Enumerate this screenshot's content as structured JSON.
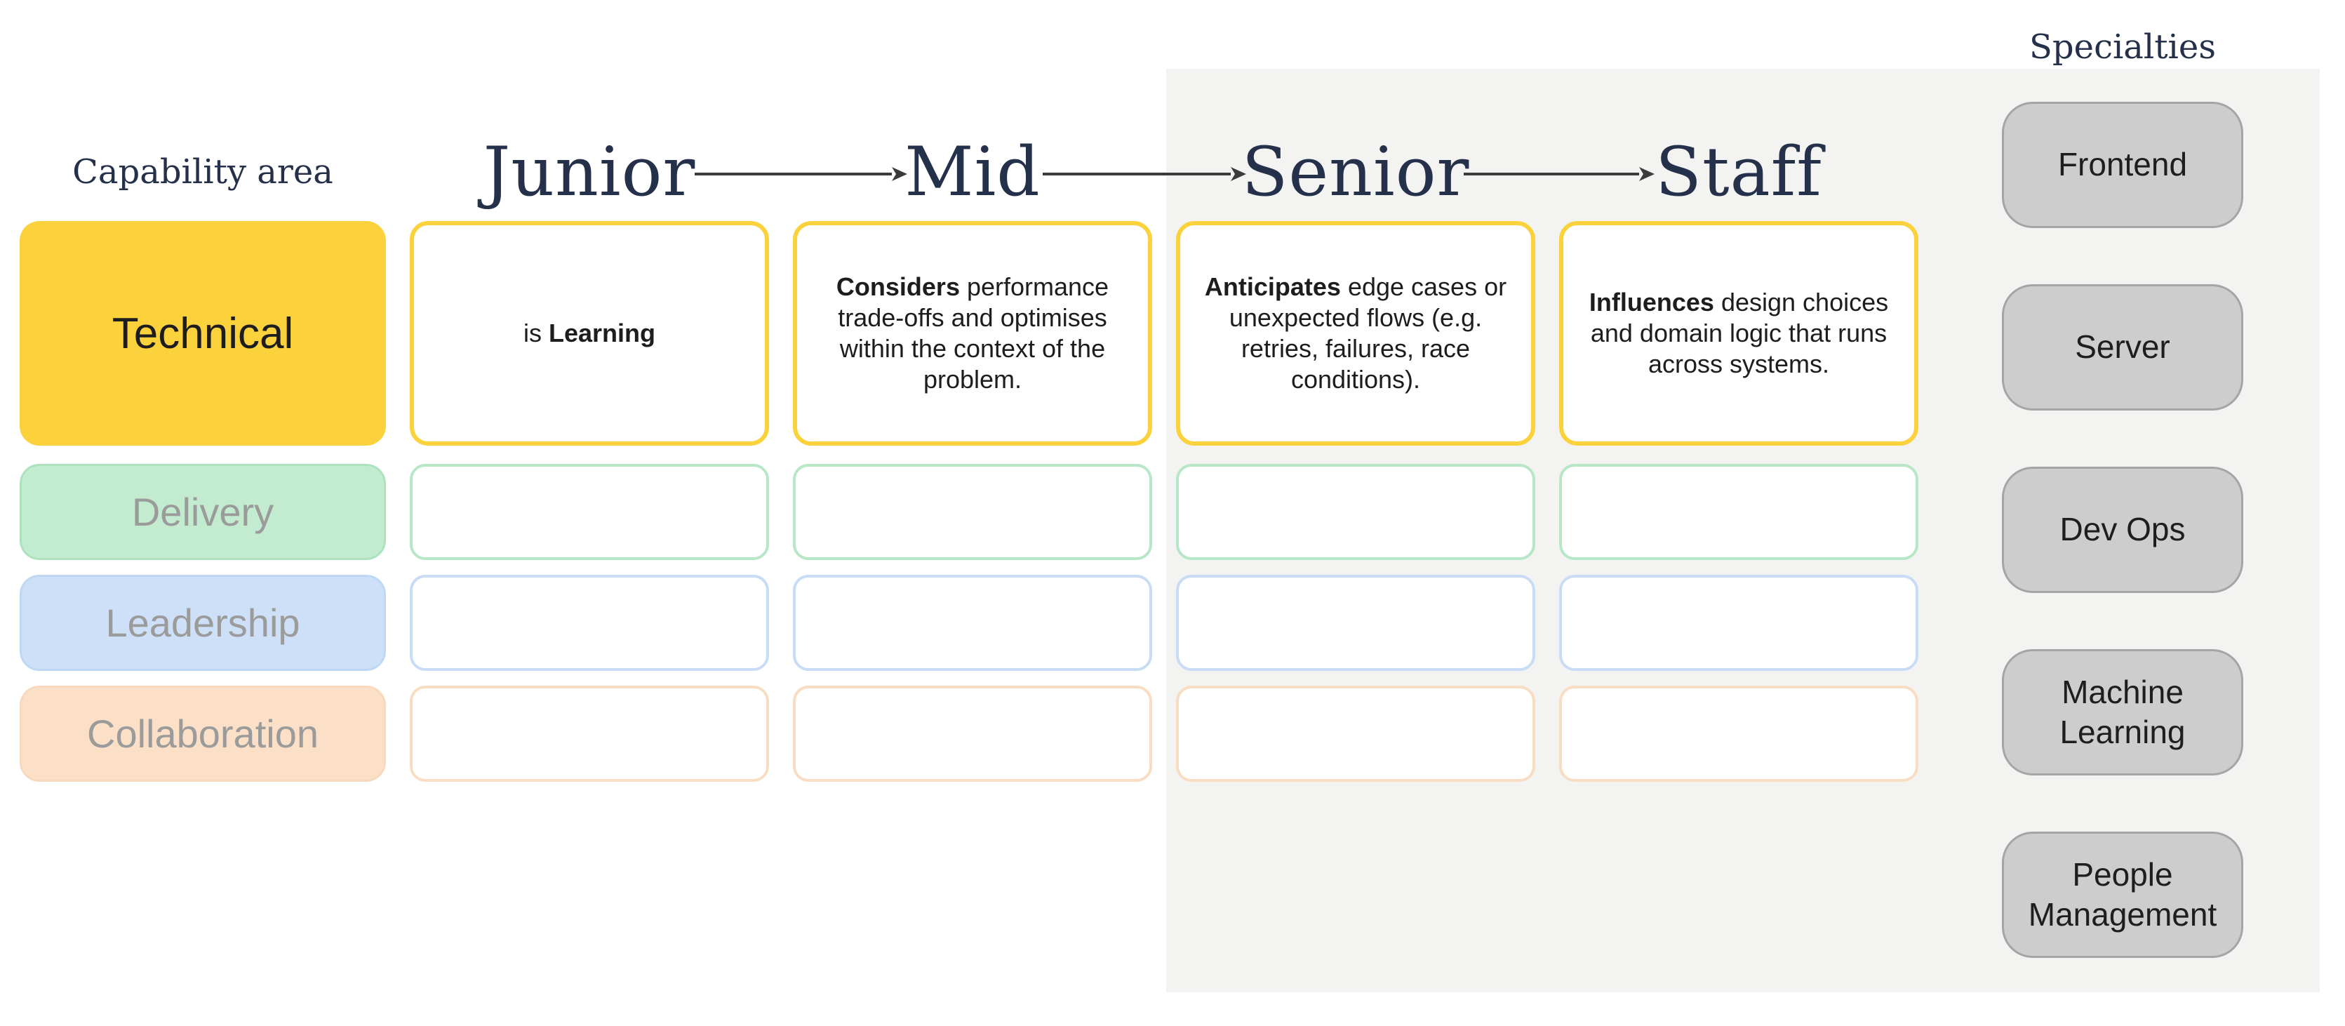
{
  "matrix": {
    "capability_column_title": "Capability area",
    "levels": [
      {
        "name": "Junior"
      },
      {
        "name": "Mid"
      },
      {
        "name": "Senior"
      },
      {
        "name": "Staff"
      }
    ],
    "rows": [
      {
        "label": "Technical"
      },
      {
        "label": "Delivery"
      },
      {
        "label": "Leadership"
      },
      {
        "label": "Collaboration"
      }
    ],
    "cells": {
      "technical": {
        "junior": {
          "prefix": "is ",
          "bold": "Learning",
          "rest": ""
        },
        "mid": {
          "prefix": "",
          "bold": "Considers",
          "rest": " performance trade-offs and optimises within the context of the problem."
        },
        "senior": {
          "prefix": "",
          "bold": "Anticipates",
          "rest": " edge cases or unexpected flows (e.g. retries, failures, race conditions)."
        },
        "staff": {
          "prefix": "",
          "bold": "Influences",
          "rest": " design choices and domain logic that runs across systems."
        }
      }
    }
  },
  "specialties": {
    "title": "Specialties",
    "items": [
      "Frontend",
      "Server",
      "Dev Ops",
      "Machine Learning",
      "People Management"
    ]
  },
  "colors": {
    "technical_yellow": "#fcd23c",
    "delivery_green": "#c3ebd0",
    "leadership_blue": "#cde0f7",
    "collaboration_peach": "#fbe0c7",
    "highlight_panel_gray": "#f3f3f2",
    "specialty_pill_gray": "#cdcdcd",
    "heading_navy": "#25304a",
    "arrow_dark": "#3b3b3b",
    "muted_label_gray": "#9b9b9b"
  }
}
